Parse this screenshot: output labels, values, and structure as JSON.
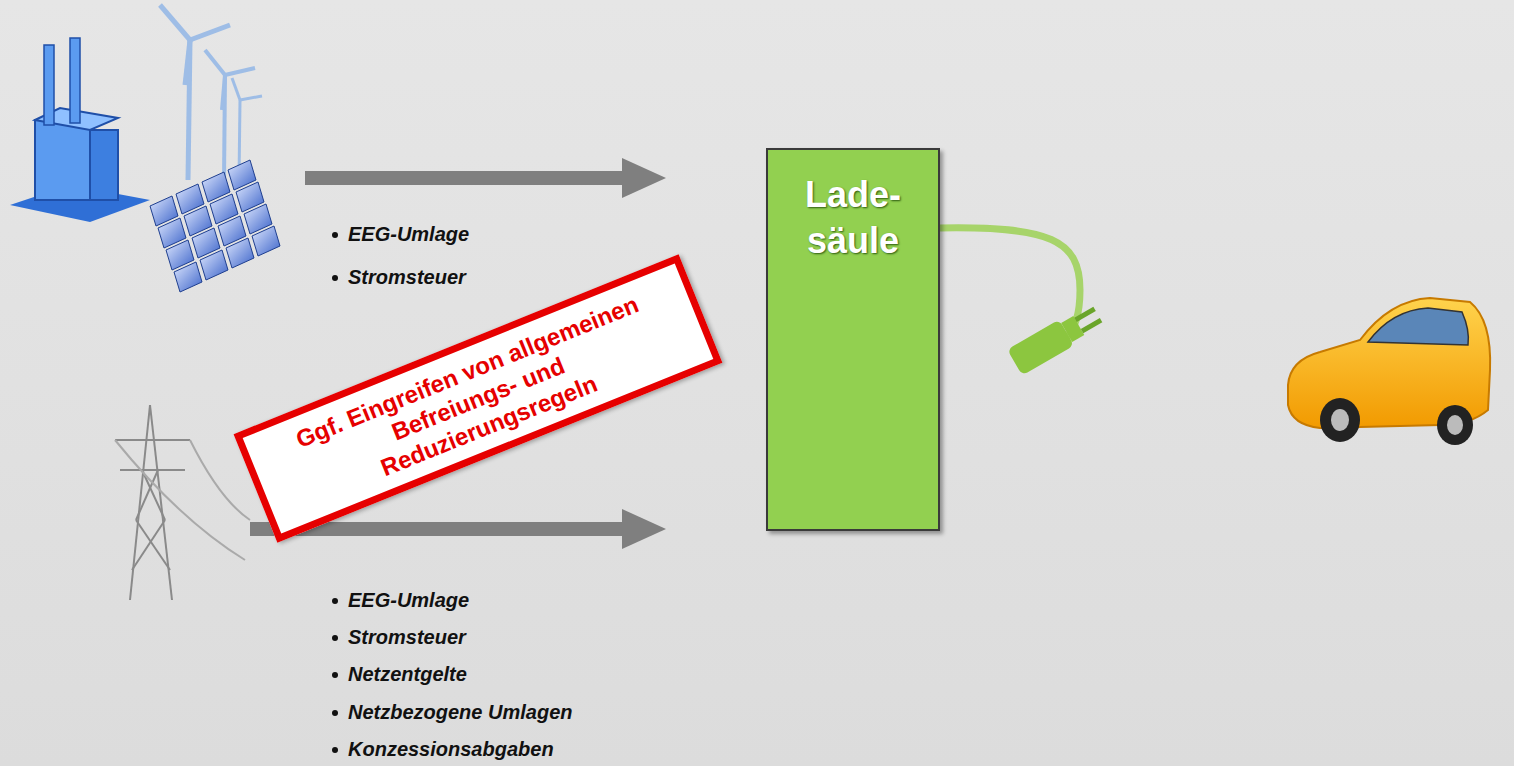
{
  "diagram": {
    "nodes": [
      {
        "text": [
          "Lade- säule"
        ]
      },
      {
        "text": [
          "Ggf. Eingreifen von allgemeinen Befreiungs- und Reduzierungsregeln"
        ]
      }
    ],
    "labels": [
      "EEG-Umlage",
      "Stromsteuer",
      "EEG-Umlage",
      "Stromsteuer",
      "Netzentgelte",
      "Netzbezogene Umlagen",
      "Konzessionsabgaben"
    ]
  }
}
